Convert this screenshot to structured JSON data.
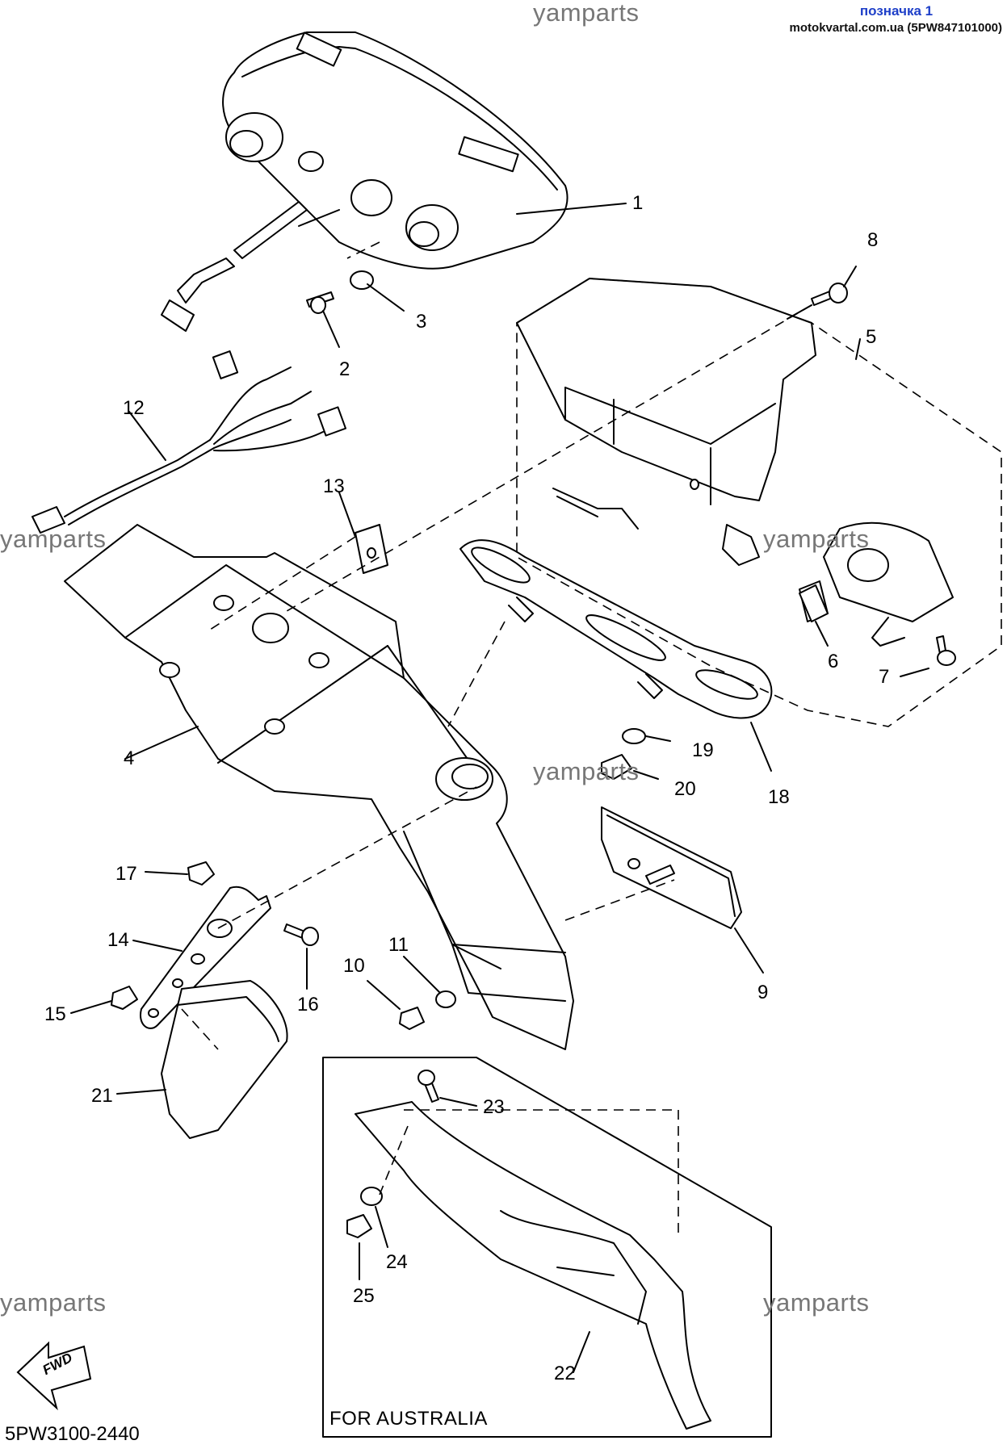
{
  "header": {
    "link_text": "позначка 1",
    "source_text": "motokvartal.com.ua (5PW847101000)"
  },
  "watermarks": {
    "top": "yamparts",
    "mid_left": "yamparts",
    "mid_right": "yamparts",
    "center": "yamparts",
    "bottom_left": "yamparts",
    "bottom_right": "yamparts"
  },
  "callouts": {
    "n1": "1",
    "n2": "2",
    "n3": "3",
    "n4": "4",
    "n5": "5",
    "n6": "6",
    "n7": "7",
    "n8": "8",
    "n9": "9",
    "n10": "10",
    "n11": "11",
    "n12": "12",
    "n13": "13",
    "n14": "14",
    "n15": "15",
    "n16": "16",
    "n17": "17",
    "n18": "18",
    "n19": "19",
    "n20": "20",
    "n21": "21",
    "n22": "22",
    "n23": "23",
    "n24": "24",
    "n25": "25"
  },
  "inset_label": "FOR AUSTRALIA",
  "diagram_code": "5PW3100-2440",
  "fwd_label": "FWD",
  "colors": {
    "line": "#000000",
    "watermark": "#777777",
    "link": "#1e3fc8"
  }
}
